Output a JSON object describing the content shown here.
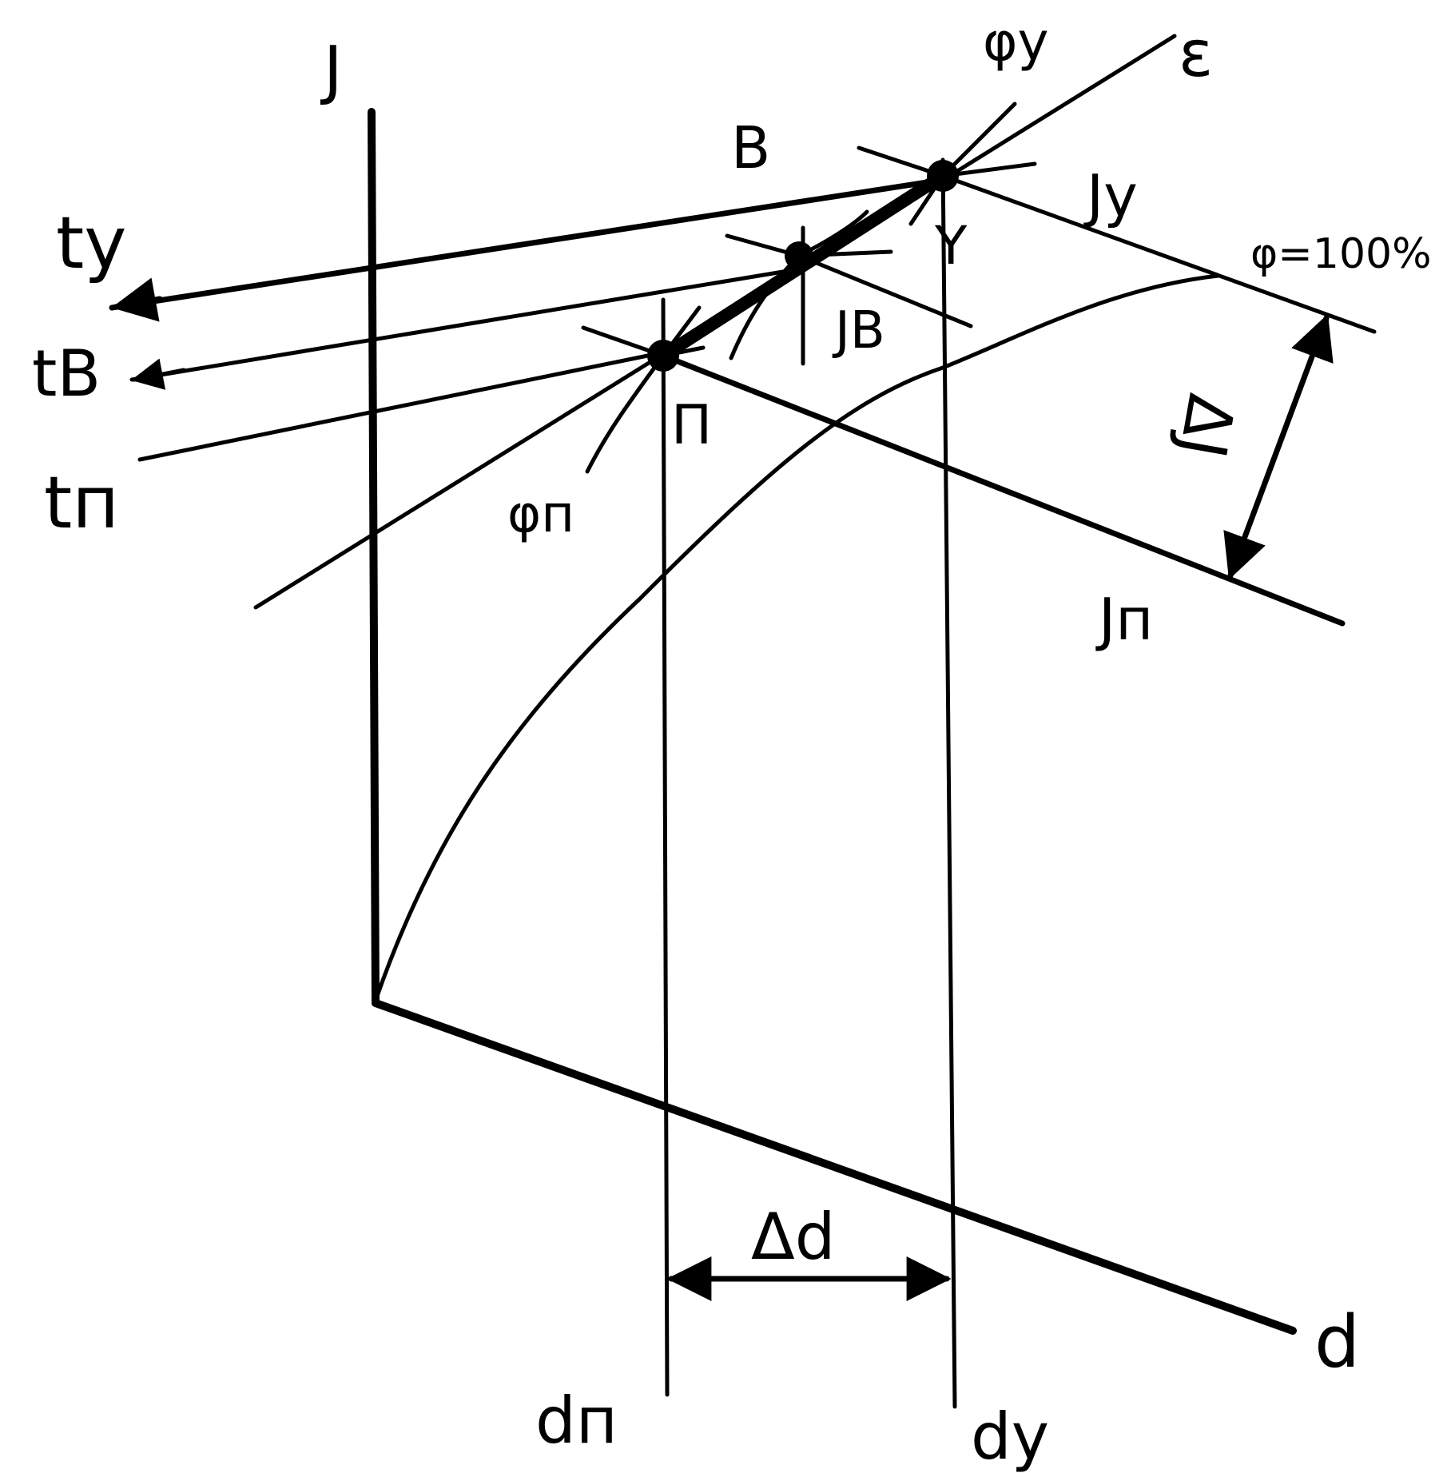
{
  "labels": {
    "axis_I": "J",
    "axis_d": "d",
    "eps": "ε",
    "phi_y": "φy",
    "B": "B",
    "I_y": "Jy",
    "Y": "Y",
    "phi_100": "φ=100%",
    "I_B": "JB",
    "P": "П",
    "phi_p": "φп",
    "I_p": "Jп",
    "t_y": "ty",
    "t_B": "tB",
    "t_p": "tп",
    "delta_I": "ΔJ",
    "delta_d": "Δd",
    "d_p": "dп",
    "d_y": "dy"
  },
  "colors": {
    "ink": "#000000",
    "paper": "#ffffff"
  }
}
